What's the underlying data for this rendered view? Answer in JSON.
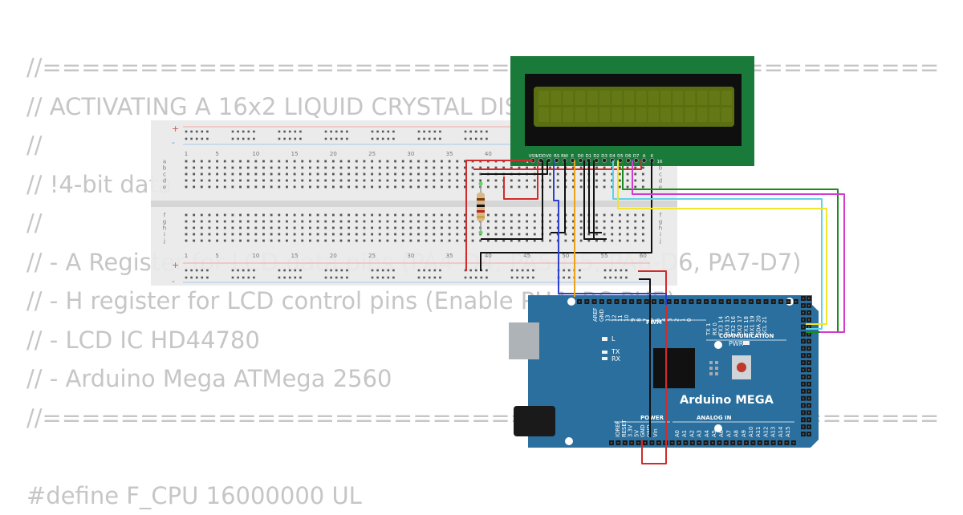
{
  "code_lines": [
    "//==========================================================================",
    "// ACTIVATING A 16x2 LIQUID CRYSTAL DISPLAY",
    "//",
    "// !4-bit data",
    "//",
    "// - A Register for LCD data pins (PA4-D4, PA5-D5, PA6-D6, PA7-D7)",
    "// - H register for LCD control pins (Enable PH4, RS PH5)",
    "// - LCD IC HD44780",
    "// - Arduino Mega ATMega 2560",
    "//==========================================================================",
    "",
    "#define F_CPU 16000000 UL"
  ],
  "breadboard": {
    "plus": "+",
    "minus": "-",
    "column_numbers": [
      "1",
      "5",
      "10",
      "15",
      "20",
      "25",
      "30",
      "35",
      "40",
      "45",
      "50",
      "55",
      "60"
    ],
    "row_letters_top": [
      "a",
      "b",
      "c",
      "d",
      "e"
    ],
    "row_letters_bottom": [
      "f",
      "g",
      "h",
      "i",
      "j"
    ]
  },
  "lcd": {
    "pin_labels": [
      "VSS",
      "VDD",
      "V0",
      "RS",
      "RW",
      "E",
      "D0",
      "D1",
      "D2",
      "D3",
      "D4",
      "D5",
      "D6",
      "D7",
      "A",
      "K"
    ],
    "pin_first": "1",
    "pin_last": "16",
    "bezel_color": "#1a7a3a",
    "screen_color": "#5a6e12"
  },
  "arduino": {
    "title": "Arduino MEGA",
    "pwm": "PWM",
    "communication": "COMMUNICATION",
    "power": "POWER",
    "analog_in": "ANALOG IN",
    "pwr_led": "PWR",
    "led_l": "L",
    "led_tx": "TX",
    "led_rx": "RX",
    "header_top": [
      "AREF",
      "GND",
      "13",
      "12",
      "11",
      "10",
      "9",
      "8",
      "7",
      "6",
      "5",
      "4",
      "3",
      "2",
      "1",
      "0"
    ],
    "header_comm": [
      "TX 1",
      "RX 0",
      "TX3 14",
      "RX3 15",
      "TX2 16",
      "RX2 17",
      "TX1 18",
      "RX1 19",
      "SDA 20",
      "SCL 21"
    ],
    "header_power": [
      "IOREF",
      "RESET",
      "3.3V",
      "5V",
      "GND",
      "GND",
      "Vin"
    ],
    "header_analog": [
      "A0",
      "A1",
      "A2",
      "A3",
      "A4",
      "A5",
      "A6",
      "A7",
      "A8",
      "A9",
      "A10",
      "A11",
      "A12",
      "A13",
      "A14",
      "A15"
    ],
    "board_color": "#2a6f9e"
  }
}
